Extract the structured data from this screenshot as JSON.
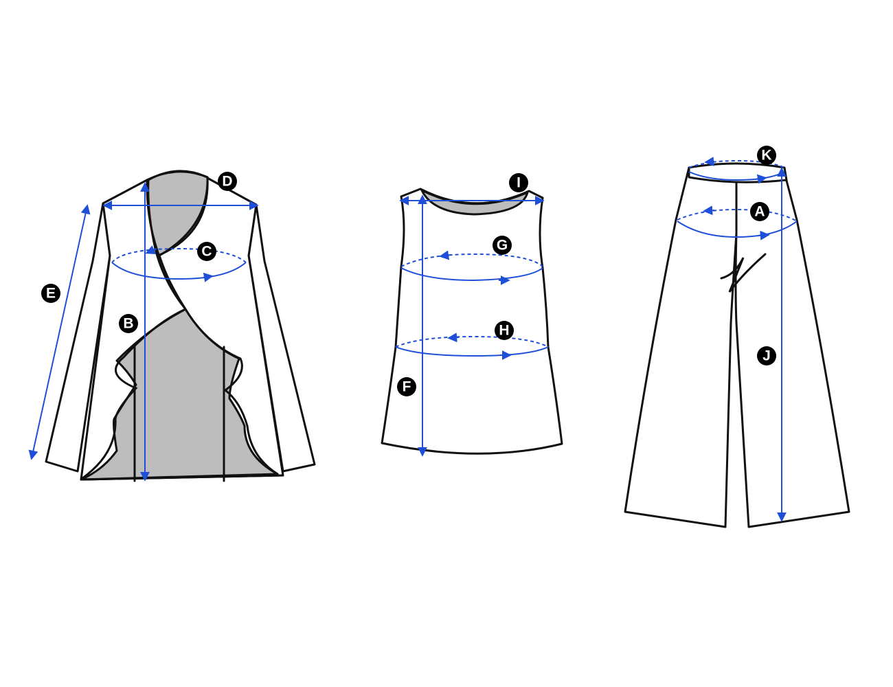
{
  "colors": {
    "measure": "#1f4fd8",
    "outline": "#111111",
    "lining": "#bdbdbd",
    "badge": "#000000",
    "badge_text": "#ffffff"
  },
  "badges": {
    "A": "A",
    "B": "B",
    "C": "C",
    "D": "D",
    "E": "E",
    "F": "F",
    "G": "G",
    "H": "H",
    "I": "I",
    "J": "J",
    "K": "K"
  },
  "garments": [
    "jacket",
    "sleeveless-top",
    "wide-leg-trousers"
  ]
}
